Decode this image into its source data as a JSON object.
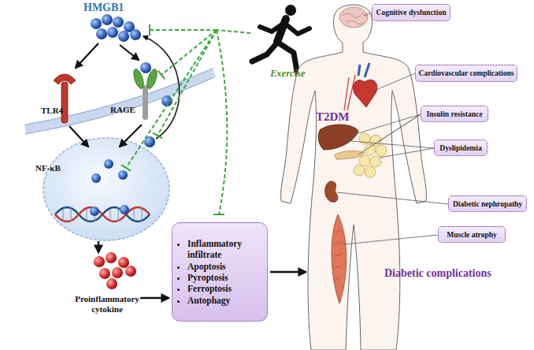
{
  "diagram": {
    "nodes": [
      {
        "text": [
          "Cognitive dysfunction"
        ]
      },
      {
        "text": [
          "Cardiovascular complications"
        ]
      },
      {
        "text": [
          "Insulin resistance"
        ]
      },
      {
        "text": [
          "Dyslipidemia"
        ]
      },
      {
        "text": [
          "Diabetic nephropathy"
        ]
      },
      {
        "text": [
          "Inflammatory infiltrate",
          "Apoptosis",
          "Pyroptosis",
          "Ferroptosis",
          "Autophagy"
        ]
      },
      {
        "text": [
          "Muscle atrophy"
        ]
      }
    ],
    "labels": [
      "HMGB1",
      "TLR4",
      "RAGE",
      "NF-κB",
      "Proinflammatory cytokine",
      "Exercise",
      "T2DM",
      "Diabetic complications"
    ]
  }
}
